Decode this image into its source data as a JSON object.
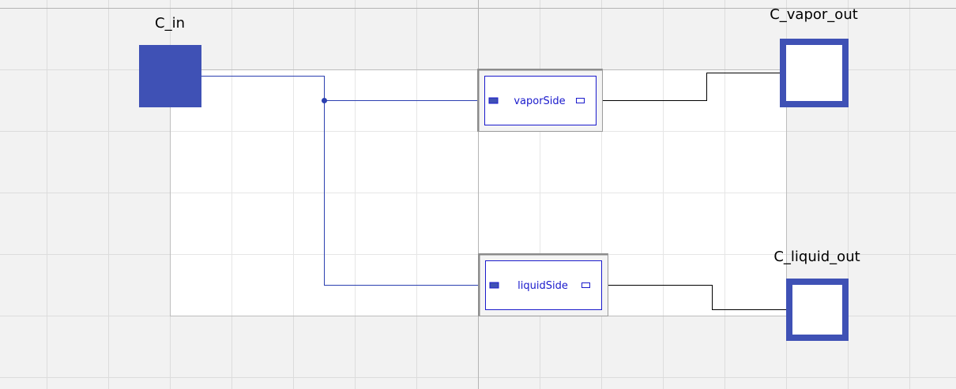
{
  "diagram": {
    "connectors": {
      "c_in": {
        "label": "C_in"
      },
      "c_vapor_out": {
        "label": "C_vapor_out"
      },
      "c_liquid_out": {
        "label": "C_liquid_out"
      }
    },
    "blocks": {
      "vapor_side": {
        "label": "vaporSide"
      },
      "liquid_side": {
        "label": "liquidSide"
      }
    },
    "colors": {
      "background": "#f2f2f2",
      "grid": "#dcdcdc",
      "axis": "#b4b4b4",
      "connector": "#3f51b5",
      "wire_input": "#2b3fb0",
      "wire_output": "#000000",
      "block_text": "#1a1acc"
    }
  }
}
